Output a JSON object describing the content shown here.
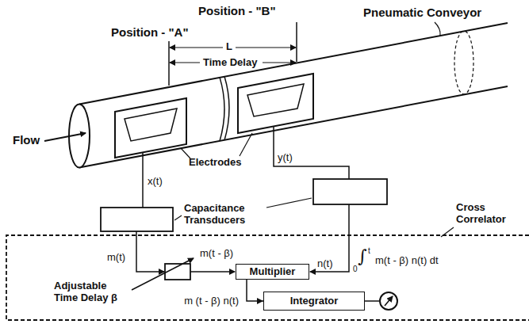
{
  "diagram": {
    "nodes": [
      {
        "text": [
          "Multiplier"
        ]
      },
      {
        "text": [
          "Integrator"
        ]
      }
    ],
    "edges": [
      {
        "from": 0,
        "to": 1,
        "label": "m (t - β) n(t)",
        "arrow": "to"
      }
    ],
    "labels": [
      "Position - \"B\"",
      "Pneumatic Conveyor",
      "Position - \"A\"",
      "L",
      "Time Delay",
      "Flow",
      "Electrodes",
      "x(t)",
      "y(t)",
      "Capacitance Transducers",
      "Cross Correlator",
      "m(t)",
      "m(t - β)",
      "n(t)",
      "0",
      "∫",
      "t",
      "m(t - β) n(t) dt",
      "Adjustable Time Delay β"
    ]
  }
}
